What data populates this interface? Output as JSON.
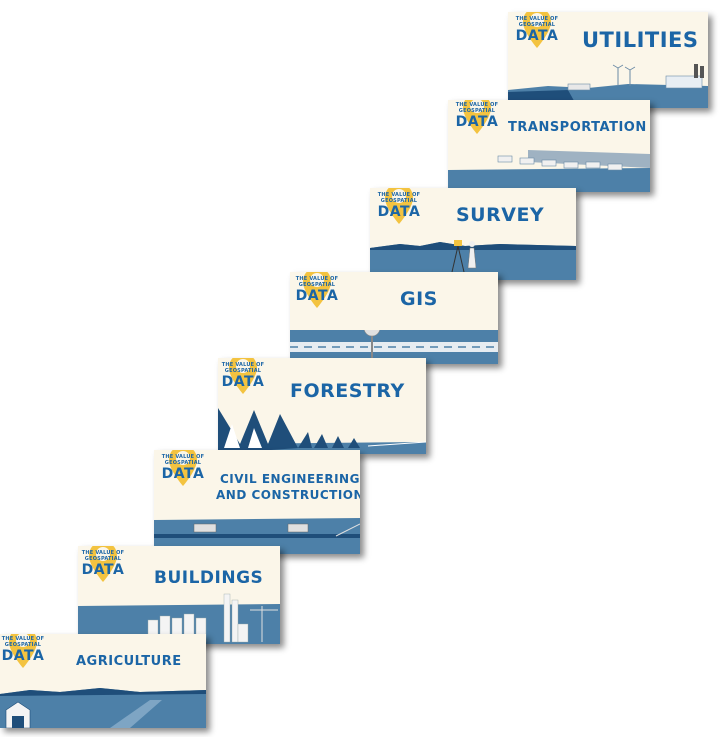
{
  "badge": {
    "line1": "THE VALUE OF",
    "line2": "GEOSPATIAL",
    "line3": "DATA"
  },
  "colors": {
    "brand_blue": "#1b65a6",
    "pin_yellow": "#f3c340",
    "card_bg": "#fbf6e9",
    "scene_blue": "#4d80a8",
    "dark_blue": "#1f4e7a"
  },
  "steps": [
    {
      "id": "agriculture",
      "label": "AGRICULTURE"
    },
    {
      "id": "buildings",
      "label": "BUILDINGS"
    },
    {
      "id": "civil",
      "label": "CIVIL ENGINEERING",
      "label2": "AND CONSTRUCTION"
    },
    {
      "id": "forestry",
      "label": "FORESTRY"
    },
    {
      "id": "gis",
      "label": "GIS"
    },
    {
      "id": "survey",
      "label": "SURVEY"
    },
    {
      "id": "transportation",
      "label": "TRANSPORTATION"
    },
    {
      "id": "utilities",
      "label": "UTILITIES"
    }
  ]
}
